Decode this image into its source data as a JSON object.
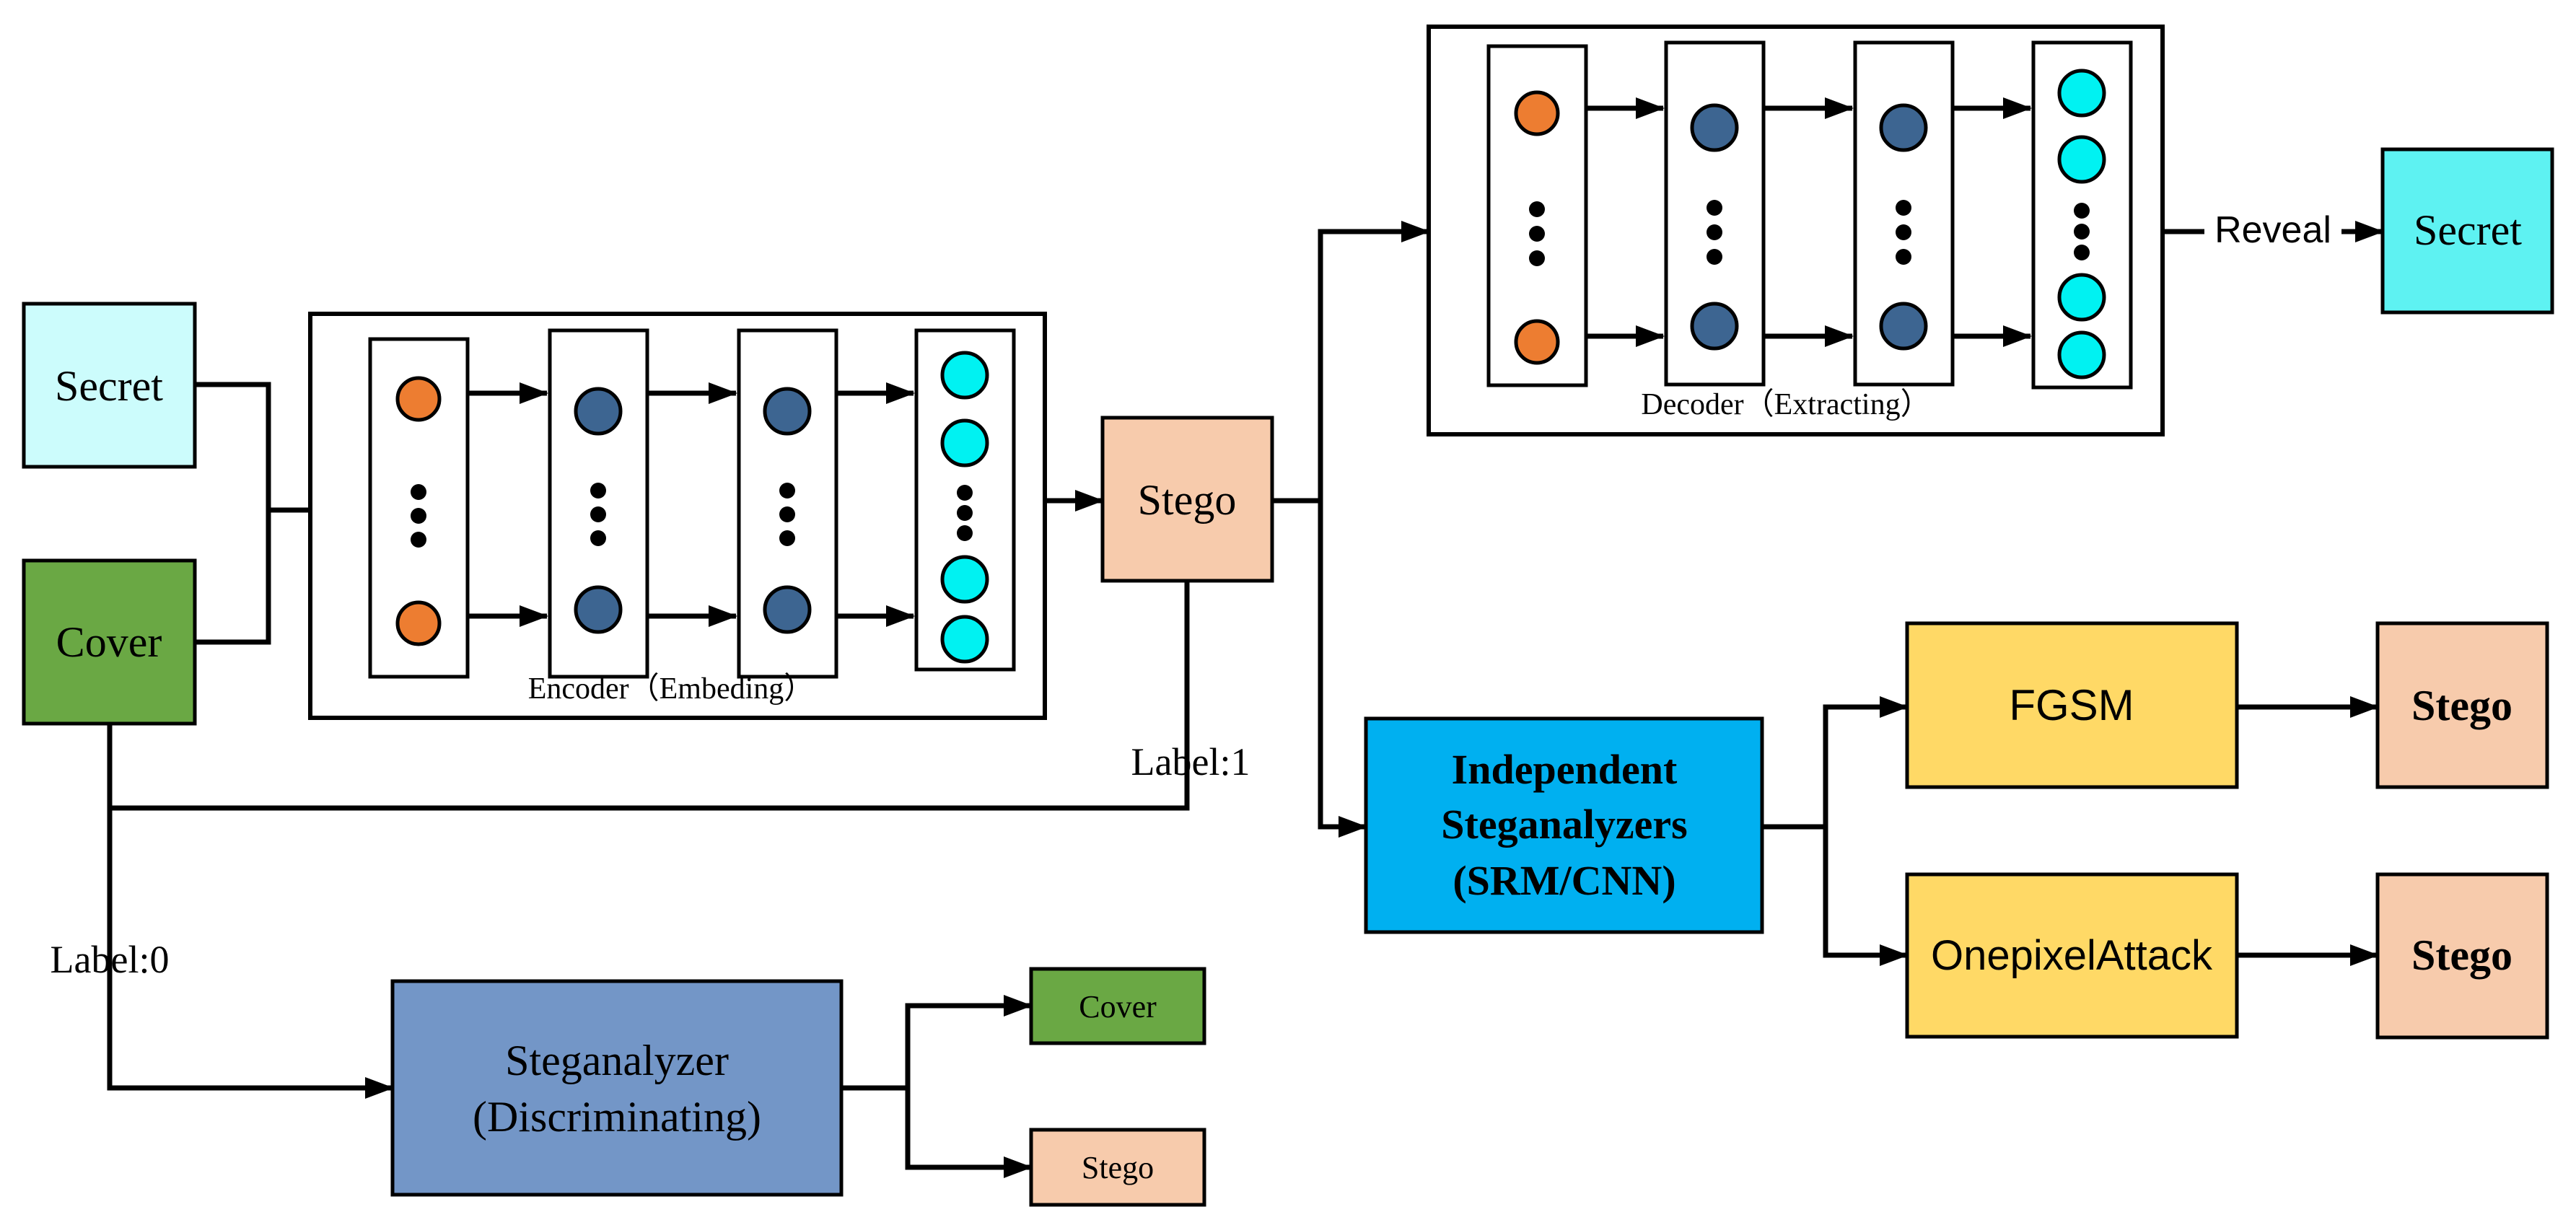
{
  "colors": {
    "secret_input": "#ccfcfc",
    "secret_output": "#5ef2f2",
    "cover": "#6aa844",
    "stego": "#f7cbac",
    "steganalyzer": "#7396c7",
    "independent": "#00b0f0",
    "attack": "#ffd966",
    "node_orange": "#ed7d31",
    "node_blue": "#3d6591",
    "node_cyan": "#00f2f2"
  },
  "inputs": {
    "secret": "Secret",
    "cover": "Cover"
  },
  "encoder": {
    "caption": "Encoder（Embeding）"
  },
  "decoder": {
    "caption": "Decoder（Extracting）"
  },
  "stego": "Stego",
  "reveal": {
    "label": "Reveal",
    "output": "Secret"
  },
  "labels": {
    "label1": "Label:1",
    "label0": "Label:0"
  },
  "steganalyzer": {
    "line1": "Steganalyzer",
    "line2": "(Discriminating)"
  },
  "outputs": {
    "cover": "Cover",
    "stego": "Stego"
  },
  "independent": {
    "line1": "Independent",
    "line2": "Steganalyzers",
    "line3": "(SRM/CNN)"
  },
  "attacks": {
    "fgsm": "FGSM",
    "onepixel": "OnepixelAttack",
    "stego_top": "Stego",
    "stego_bottom": "Stego"
  }
}
